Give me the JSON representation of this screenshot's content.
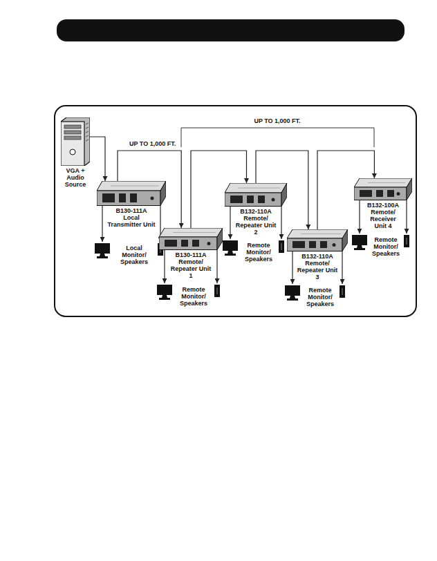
{
  "diagram": {
    "nodes": [
      {
        "text": [
          "VGA + Audio Source"
        ]
      },
      {
        "text": [
          "B130-111A",
          "Local Transmitter Unit"
        ]
      },
      {
        "text": [
          "Local Monitor/ Speakers"
        ]
      },
      {
        "text": [
          "B130-111A",
          "Remote/ Repeater Unit 1"
        ]
      },
      {
        "text": [
          "Remote Monitor/ Speakers"
        ]
      },
      {
        "text": [
          "B132-110A",
          "Remote/ Repeater Unit 2"
        ]
      },
      {
        "text": [
          "Remote Monitor/ Speakers"
        ]
      },
      {
        "text": [
          "B132-110A",
          "Remote/ Repeater Unit 3"
        ]
      },
      {
        "text": [
          "Remote Monitor/ Speakers"
        ]
      },
      {
        "text": [
          "B132-100A",
          "Remote/ Receiver Unit 4"
        ]
      },
      {
        "text": [
          "Remote Monitor/ Speakers"
        ]
      }
    ],
    "edges": [
      {
        "from": 0,
        "to": 1,
        "arrow": "to"
      },
      {
        "from": 1,
        "to": 2,
        "arrow": "to"
      },
      {
        "from": 1,
        "to": 3,
        "arrow": "to"
      },
      {
        "from": 3,
        "to": 4,
        "arrow": "to"
      },
      {
        "from": 3,
        "to": 5,
        "arrow": "to"
      },
      {
        "from": 5,
        "to": 6,
        "arrow": "to"
      },
      {
        "from": 5,
        "to": 7,
        "arrow": "to"
      },
      {
        "from": 7,
        "to": 8,
        "arrow": "to"
      },
      {
        "from": 7,
        "to": 9,
        "arrow": "to"
      },
      {
        "from": 9,
        "to": 10,
        "arrow": "to"
      }
    ],
    "labels": [
      "UP TO 1,000 FT.",
      "UP TO 1,000 FT."
    ]
  }
}
